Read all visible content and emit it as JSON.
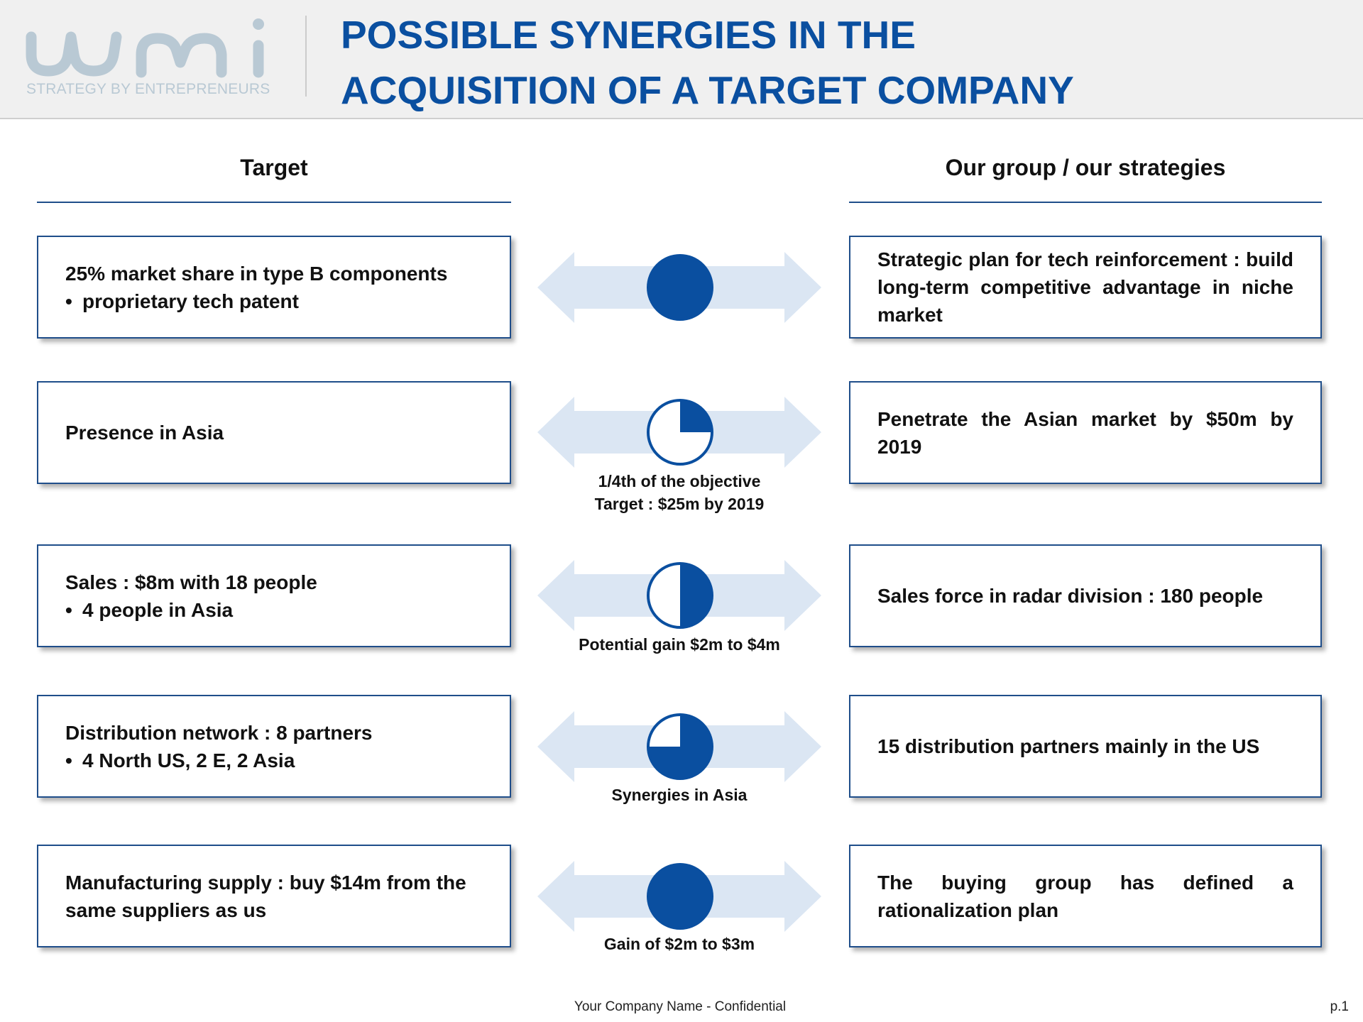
{
  "logo": {
    "wordmark": "wmi",
    "tagline": "STRATEGY BY ENTREPRENEURS"
  },
  "title": {
    "line1": "POSSIBLE SYNERGIES IN THE",
    "line2": "ACQUISITION OF A TARGET COMPANY"
  },
  "columns": {
    "left_header": "Target",
    "right_header": "Our group / our strategies"
  },
  "rows": [
    {
      "target": [
        "25% market share in type B components"
      ],
      "target_bullet": "proprietary tech patent",
      "strategy": "Strategic plan for tech reinforcement : build long-term competitive advantage in niche market",
      "fill": 1.0,
      "caption": []
    },
    {
      "target": [
        "Presence in Asia"
      ],
      "target_bullet": "",
      "strategy": "Penetrate the Asian market by $50m by 2019",
      "fill": 0.25,
      "caption": [
        "1/4th of the objective",
        "Target : $25m by 2019"
      ]
    },
    {
      "target": [
        "Sales : $8m with 18 people"
      ],
      "target_bullet": "4 people in Asia",
      "strategy": "Sales force in radar division : 180 people",
      "fill": 0.5,
      "caption": [
        "Potential gain $2m to $4m"
      ]
    },
    {
      "target": [
        "Distribution network : 8 partners"
      ],
      "target_bullet": "4 North US, 2 E, 2 Asia",
      "strategy": "15 distribution partners mainly in the US",
      "fill": 0.75,
      "caption": [
        "Synergies in Asia"
      ]
    },
    {
      "target": [
        "Manufacturing supply : buy $14m from the same suppliers as us"
      ],
      "target_bullet": "",
      "strategy": "The buying group has defined a rationalization plan",
      "fill": 1.0,
      "caption": [
        "Gain of $2m to $3m"
      ]
    }
  ],
  "footer": {
    "text": "Your Company Name - Confidential",
    "page": "p.1"
  },
  "colors": {
    "title_blue": "#0a4fa0",
    "harvey_blue": "#0a4fa0",
    "box_border": "#1f4e8a",
    "arrow_light": "#dbe6f3",
    "logo_gray": "#b9c9d4"
  },
  "icons": {
    "harvey_ball": "harvey-ball-icon",
    "double_arrow": "double-arrow-icon"
  }
}
